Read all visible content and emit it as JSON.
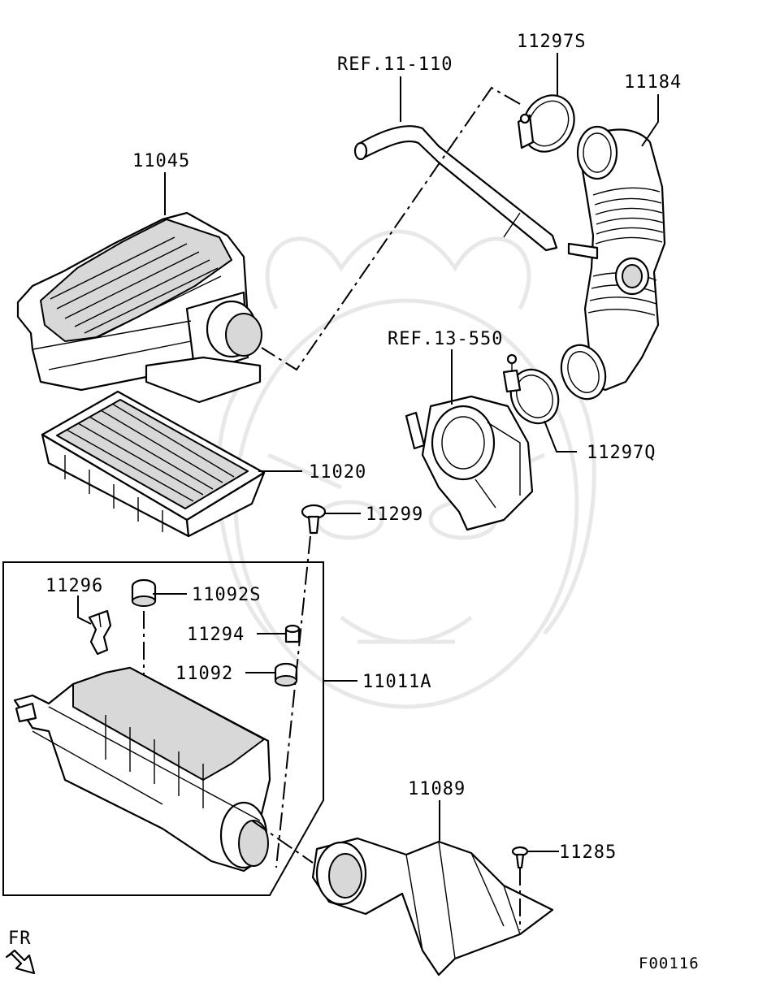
{
  "labels": {
    "p11297S": "11297S",
    "ref11110": "REF.11-110",
    "p11184": "11184",
    "p11045": "11045",
    "ref13550": "REF.13-550",
    "p11297Q": "11297Q",
    "p11020": "11020",
    "p11299": "11299",
    "p11296": "11296",
    "p11092S": "11092S",
    "p11294": "11294",
    "p11092": "11092",
    "p11011A": "11011A",
    "p11089": "11089",
    "p11285": "11285",
    "fr": "FR",
    "figure_code": "F00116"
  }
}
